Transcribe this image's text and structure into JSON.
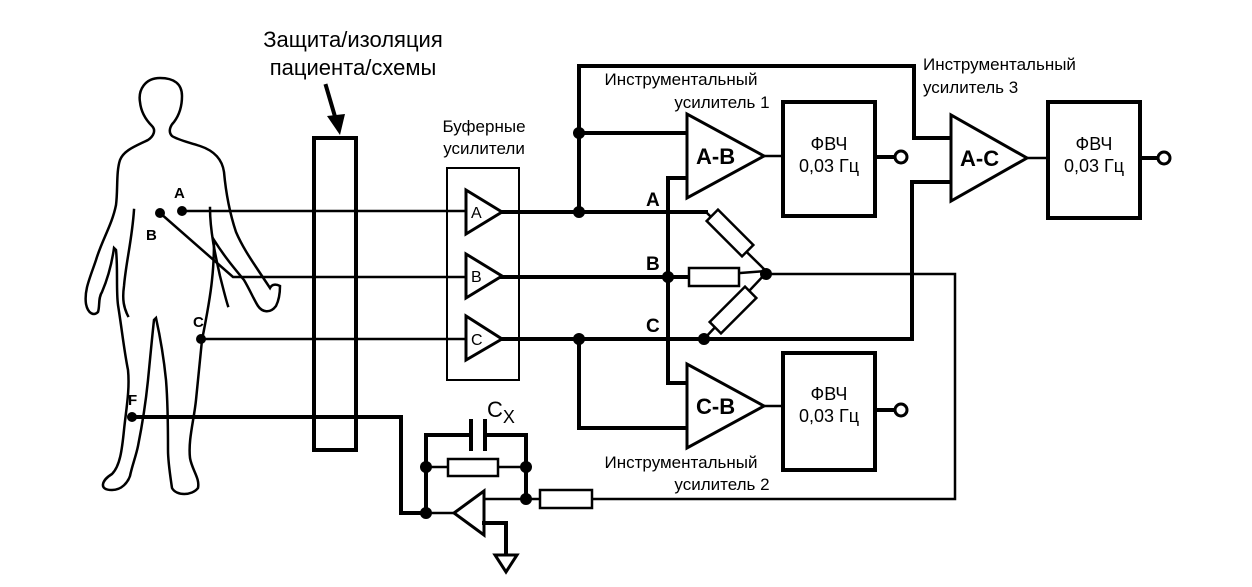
{
  "diagram": {
    "title": "ECG front-end block diagram",
    "isolation_label": [
      "Защита/изоляция",
      "пациента/схемы"
    ],
    "buffer_label": [
      "Буферные",
      "усилители"
    ],
    "electrodes": [
      "A",
      "B",
      "C",
      "F"
    ],
    "buffers": [
      "A",
      "B",
      "C"
    ],
    "bus_labels": [
      "A",
      "B",
      "C"
    ],
    "amplifiers": [
      {
        "id": "ia1",
        "label": "A-B",
        "caption": [
          "Инструментальный",
          "усилитель 1"
        ]
      },
      {
        "id": "ia2",
        "label": "C-B",
        "caption": [
          "Инструментальный",
          "усилитель 2"
        ]
      },
      {
        "id": "ia3",
        "label": "A-C",
        "caption": [
          "Инструментальный",
          "усилитель 3"
        ]
      }
    ],
    "filters": [
      {
        "id": "hpf1",
        "name": "ФВЧ",
        "cutoff": "0,03 Гц"
      },
      {
        "id": "hpf2",
        "name": "ФВЧ",
        "cutoff": "0,03 Гц"
      },
      {
        "id": "hpf3",
        "name": "ФВЧ",
        "cutoff": "0,03 Гц"
      }
    ],
    "capacitor_label": "C",
    "capacitor_subscript": "X"
  }
}
